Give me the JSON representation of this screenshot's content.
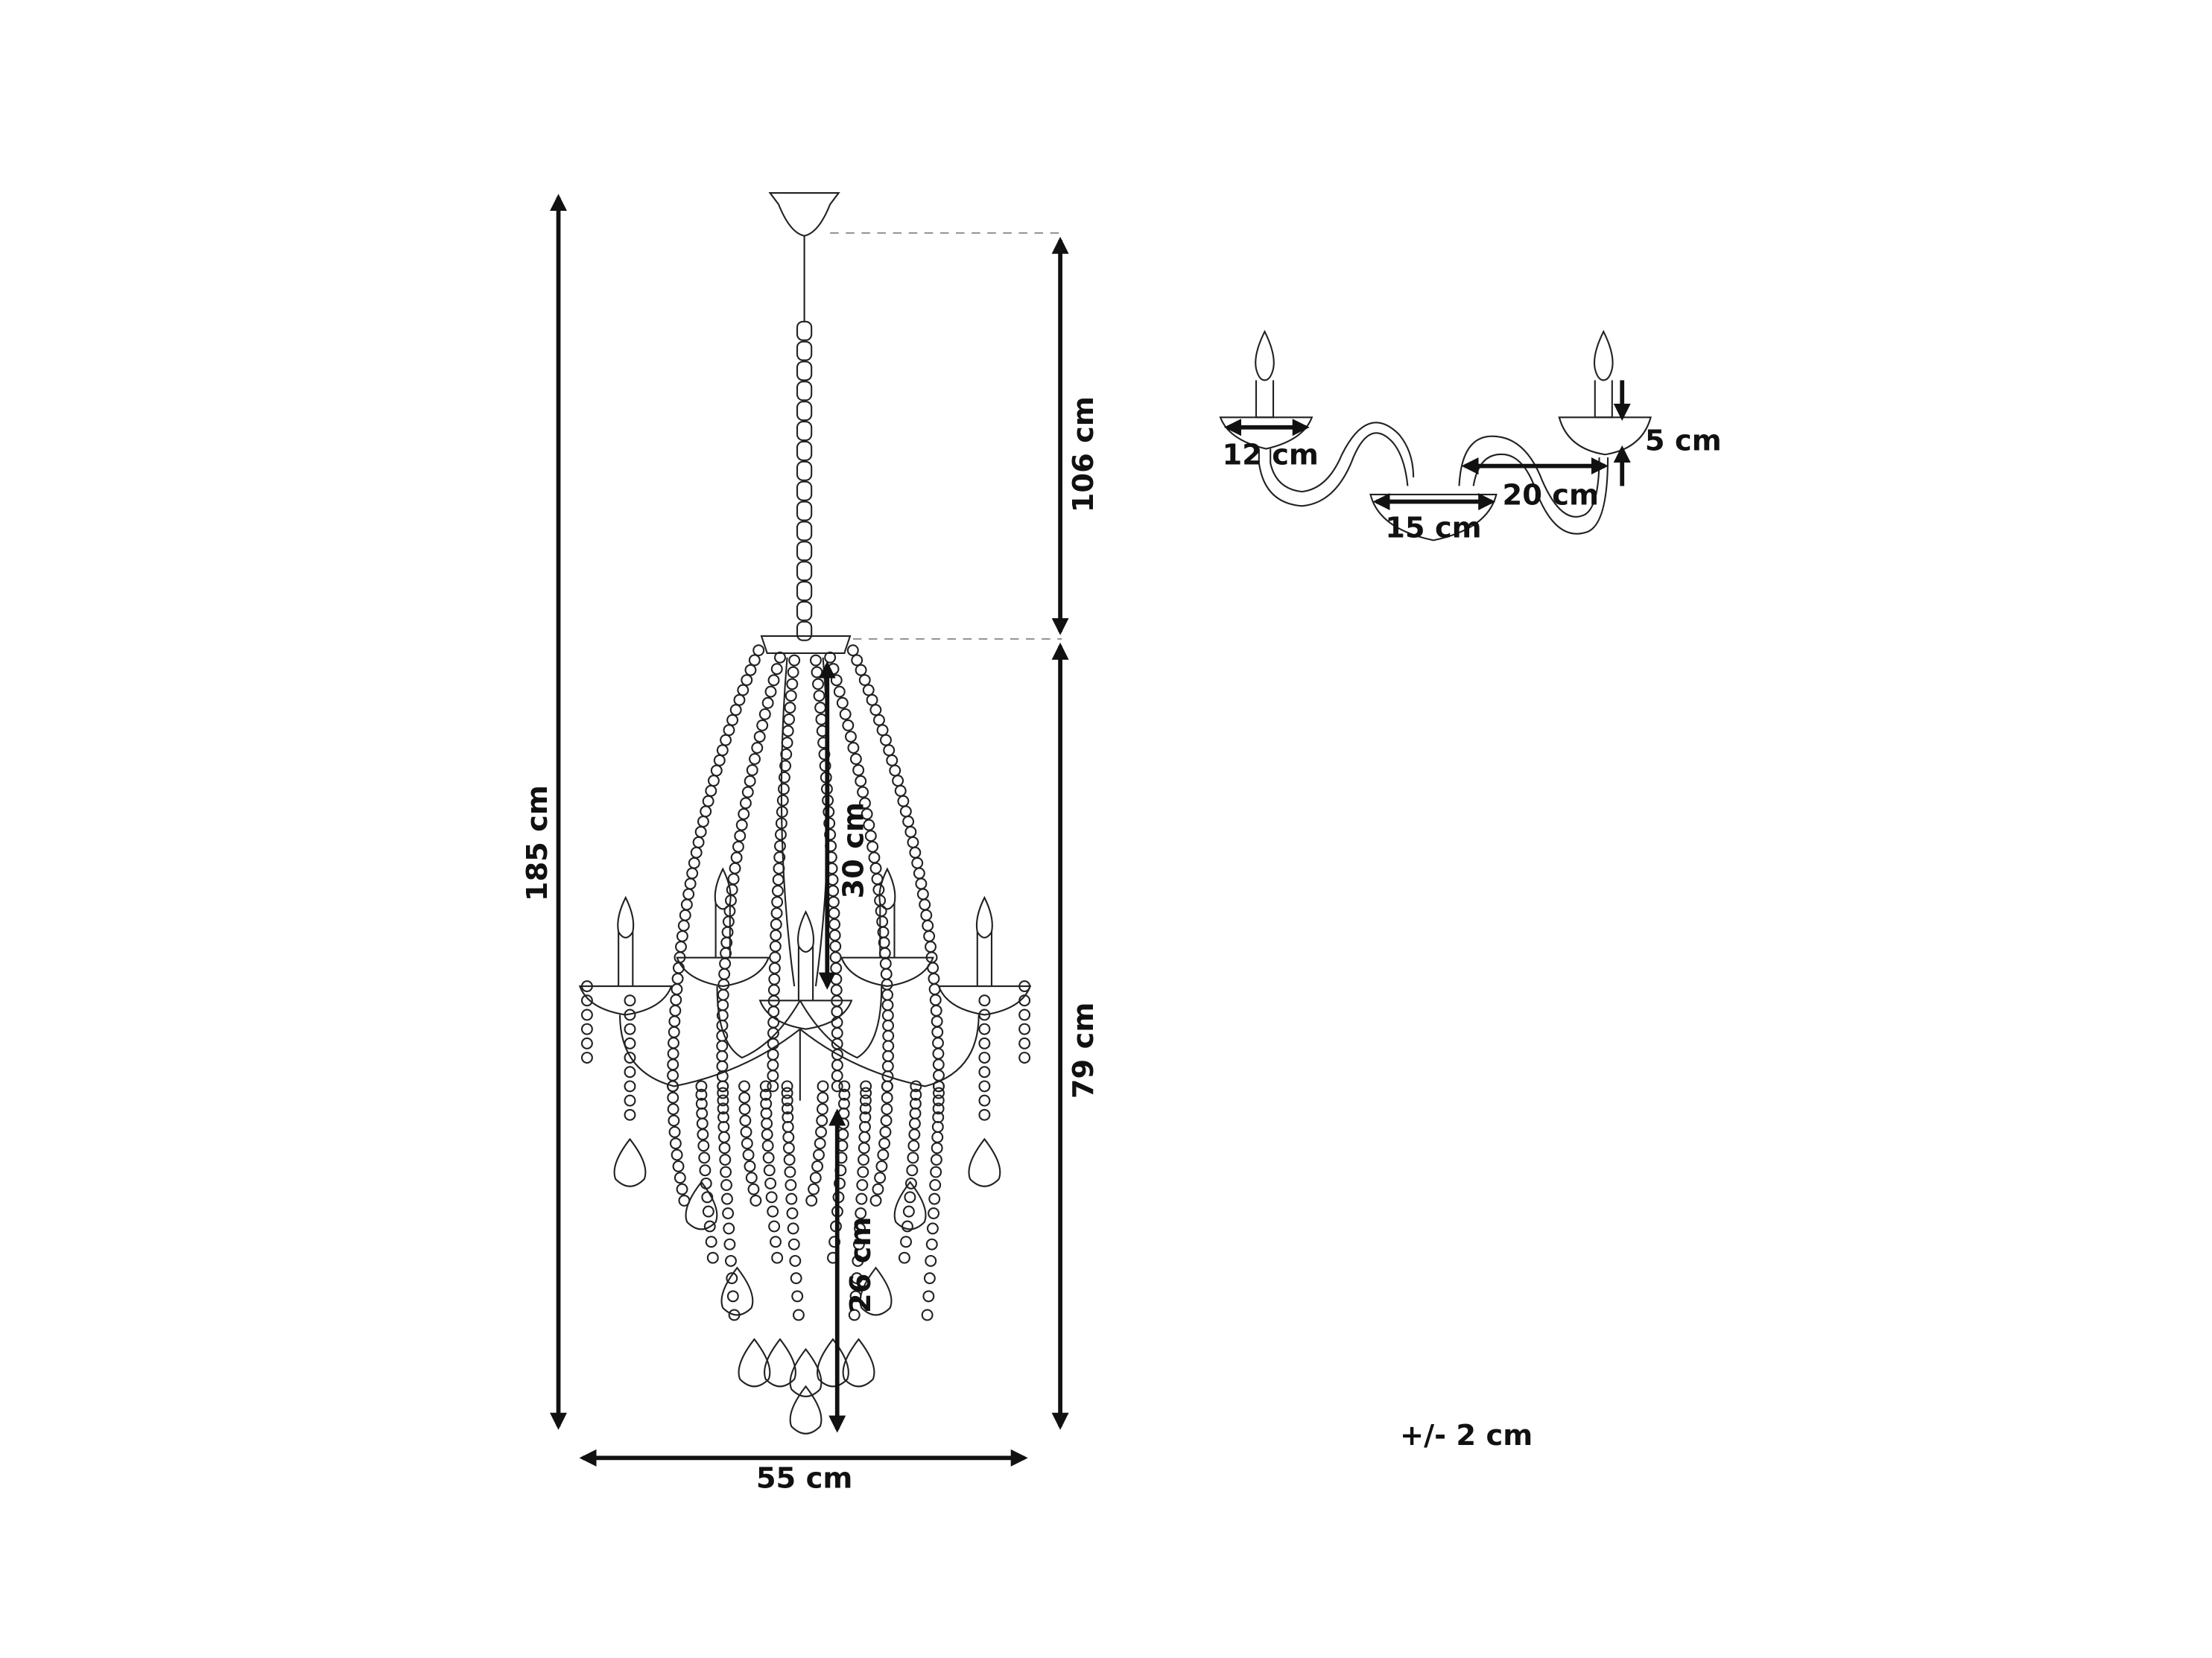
{
  "dimensions": {
    "total_height": "185 cm",
    "chain_length": "106 cm",
    "body_height": "79 cm",
    "upper_cage_height": "30 cm",
    "lower_drop_height": "26 cm",
    "width": "55 cm",
    "cup_diameter": "12 cm",
    "center_cup_diameter": "15 cm",
    "arm_length": "20 cm",
    "cup_height": "5 cm"
  },
  "tolerance": "+/- 2 cm"
}
